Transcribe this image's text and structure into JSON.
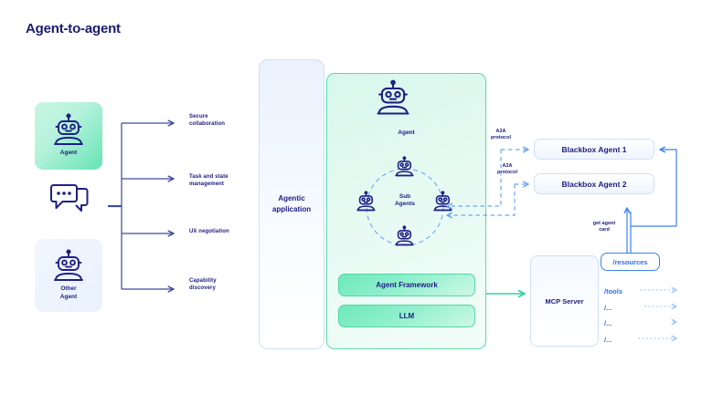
{
  "title": "Agent-to-agent",
  "colors": {
    "navy": "#1f2083",
    "blue": "#2f6fed",
    "green": "#3ddba0",
    "light_blue_border": "#cfe0f7",
    "dashed_blue": "#6aa6f5"
  },
  "left_column": {
    "agent_card": {
      "label": "Agent",
      "icon": "robot-icon"
    },
    "chat": {
      "icon": "chat-bubbles-icon"
    },
    "other_agent_card": {
      "label": "Other\nAgent",
      "label_line1": "Other",
      "label_line2": "Agent",
      "icon": "robot-icon"
    }
  },
  "capabilities": [
    {
      "line1": "Secure",
      "line2": "collaboration"
    },
    {
      "line1": "Task and state",
      "line2": "management"
    },
    {
      "line1": "UX negotiation",
      "line2": ""
    },
    {
      "line1": "Capability",
      "line2": "discovery"
    }
  ],
  "agentic_application": {
    "line1": "Agentic",
    "line2": "application"
  },
  "agent_panel": {
    "agent_label": "Agent",
    "sub_agents_line1": "Sub",
    "sub_agents_line2": "Agents",
    "agent_framework_label": "Agent Framework",
    "llm_label": "LLM"
  },
  "right_side": {
    "protocol_label_1_line1": "A2A",
    "protocol_label_1_line2": "protocol",
    "protocol_label_2_line1": "A2A",
    "protocol_label_2_line2": "protocol",
    "blackbox_agent_1": "Blackbox Agent 1",
    "blackbox_agent_2": "Blackbox Agent 2",
    "get_agent_card_line1": "get agent",
    "get_agent_card_line2": "card",
    "mcp_server": "MCP Server",
    "resources": "/resources",
    "endpoints": [
      "/tools",
      "/...",
      "/...",
      "/..."
    ]
  }
}
